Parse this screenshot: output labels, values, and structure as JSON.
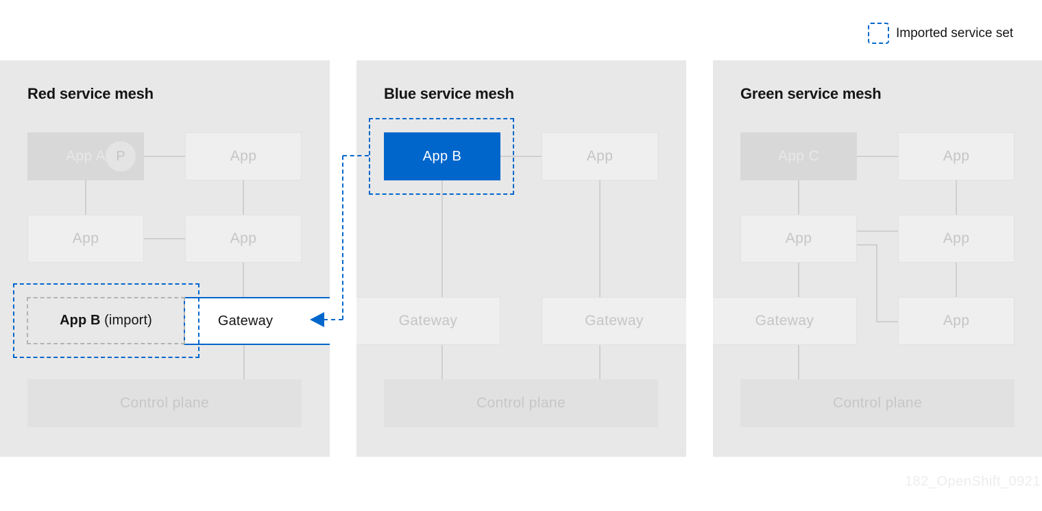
{
  "legend": {
    "label": "Imported service set"
  },
  "watermark": "182_OpenShift_0921",
  "colors": {
    "accent_blue": "#0066cc",
    "panel_bg": "#e8e8e8",
    "dark_box": "#d8d8d8",
    "light_box": "#efefef",
    "control_box": "#e1e1e1",
    "muted_text": "#c5c5c5",
    "title_text": "#151515"
  },
  "red_mesh": {
    "title": "Red service mesh",
    "app_a": "App A",
    "proxy_badge": "P",
    "app_top_right": "App",
    "app_mid_left": "App",
    "app_mid_right": "App",
    "import_app_name": "App B",
    "import_suffix": " (import)",
    "gateway": "Gateway",
    "control_plane": "Control plane"
  },
  "blue_mesh": {
    "title": "Blue service mesh",
    "app_b": "App B",
    "app_right": "App",
    "gateway_left": "Gateway",
    "gateway_right": "Gateway",
    "control_plane": "Control plane"
  },
  "green_mesh": {
    "title": "Green service mesh",
    "app_c": "App C",
    "app_top_right": "App",
    "app_mid_left": "App",
    "app_mid_right": "App",
    "app_bottom_right": "App",
    "gateway": "Gateway",
    "control_plane": "Control plane"
  }
}
